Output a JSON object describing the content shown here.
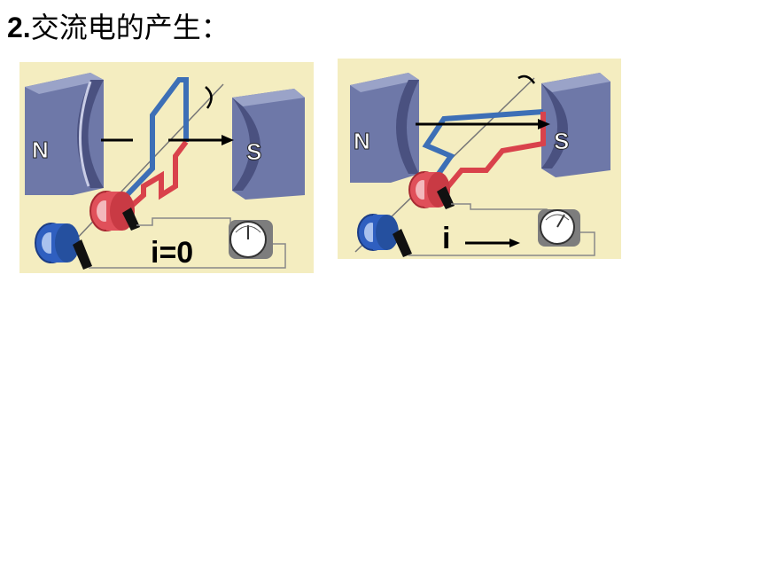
{
  "title": {
    "number": "2.",
    "text": "交流电的产生："
  },
  "panel_left": {
    "north": "N",
    "south": "S",
    "current_label": "i=0"
  },
  "panel_right": {
    "north": "N",
    "south": "S",
    "current_label": "i"
  },
  "colors": {
    "background": "#f4edc0",
    "magnet": "#6e78a8",
    "coil_blue": "#3d6fb6",
    "coil_red": "#d9424b",
    "ring_blue": "#2f5fc0",
    "ring_red": "#e0505a"
  }
}
